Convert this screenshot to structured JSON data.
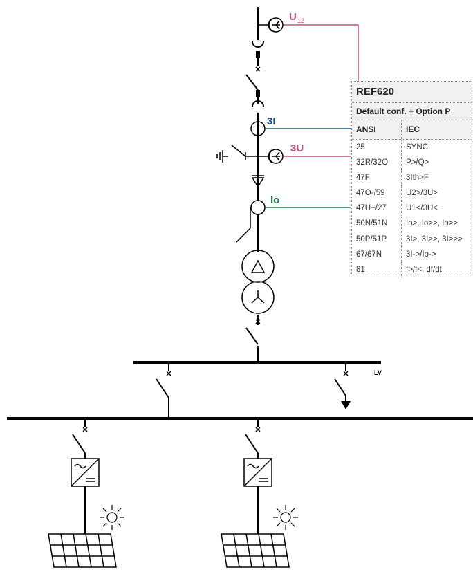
{
  "diagram": {
    "labels": {
      "u12": "U",
      "u12_sub": "12",
      "current_3i": "3I",
      "voltage_3u": "3U",
      "io": "Io",
      "lv": "LV"
    },
    "colors": {
      "voltage": "#c0507e",
      "current": "#1f4f8f",
      "residual": "#1a7a4a",
      "line": "#000000"
    }
  },
  "relay": {
    "title": "REF620",
    "subtitle": "Default conf. + Option P",
    "columns": [
      "ANSI",
      "IEC"
    ],
    "rows": [
      [
        "25",
        "SYNC"
      ],
      [
        "32R/32O",
        "P>/Q>"
      ],
      [
        "47F",
        "3Ith>F"
      ],
      [
        "47O-/59",
        "U2>/3U>"
      ],
      [
        "47U+/27",
        "U1</3U<"
      ],
      [
        "50N/51N",
        "Io>, Io>>, Io>>"
      ],
      [
        "50P/51P",
        "3I>, 3I>>, 3I>>>"
      ],
      [
        "67/67N",
        "3I->/Io->"
      ],
      [
        "81",
        "f>/f<, df/dt"
      ]
    ]
  }
}
